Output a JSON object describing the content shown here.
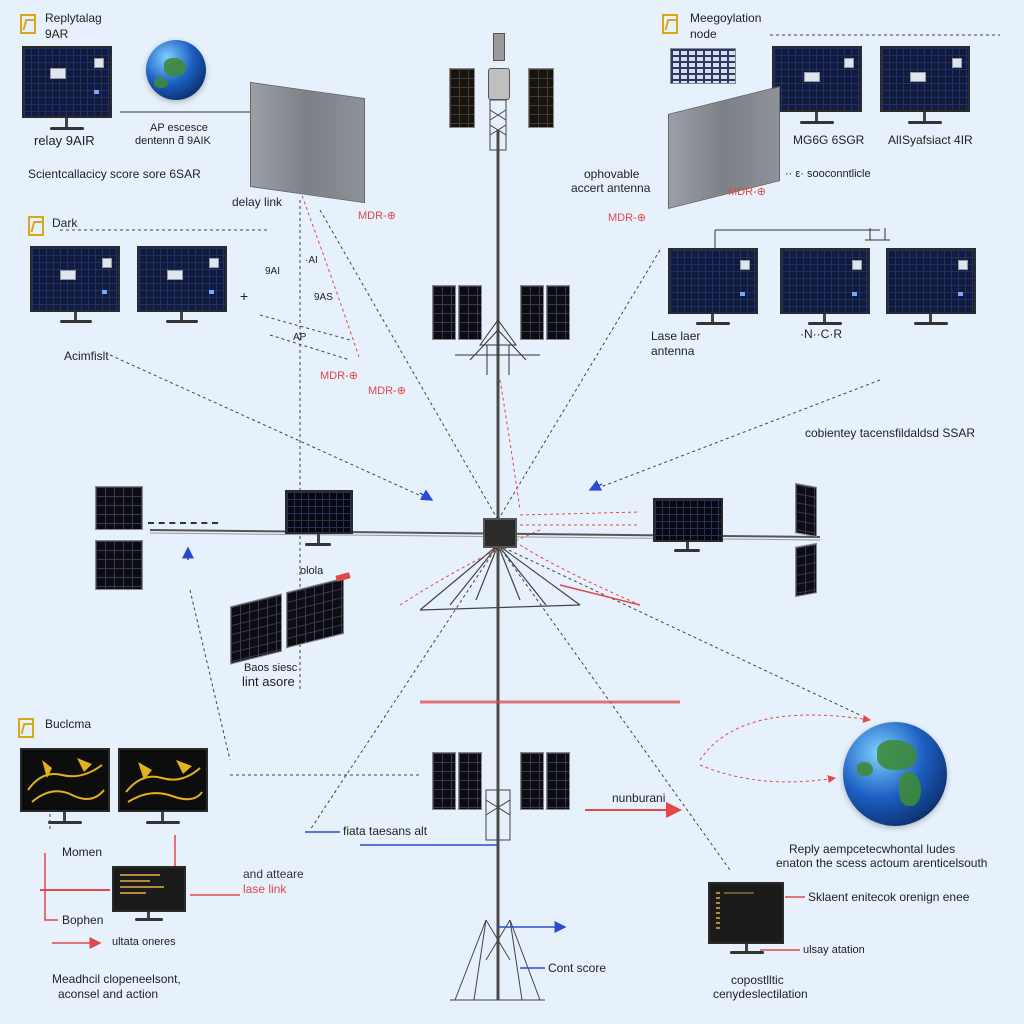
{
  "colors": {
    "background": "#e6f1fb",
    "red_link": "#e0484a",
    "blue_link": "#2a4bd0",
    "tower": "#4a4a4a",
    "warning": "#d7a61a"
  },
  "top_left": {
    "title_line1": "Replytalag",
    "title_line2": "9AR",
    "monitor_caption": "relay 9AIR",
    "globe_caption_line1": "AP escesce",
    "globe_caption_line2": "dentenn ƌ 9AIK",
    "subtitle": "Scientcallacicy score sore    6SAR",
    "delay_label": "delay link",
    "red_tag": "MDR-⊕"
  },
  "mid_left": {
    "title": "Dark",
    "caption": "Acimfislt",
    "plus": "+",
    "tick1": "9AI",
    "tick2": "·AI",
    "tick3": "9AS",
    "tick4": "AP",
    "red_tag1": "MDR-⊕",
    "red_tag2": "MDR-⊕"
  },
  "top_right": {
    "title_line1": "Meegoylation",
    "title_line2": "node",
    "caption1": "MG6G 6SGR",
    "caption2": "AlISyafsiact 4IR",
    "antenna_line1": "ophovable",
    "antenna_line2": "accert antenna",
    "note": "·· ε· sooconntlicle",
    "red_tag1": "MDR-⊕",
    "red_tag2": "MDR-⊕"
  },
  "mid_right": {
    "antenna_line1": "Lase laer",
    "antenna_line2": "antenna",
    "caption": "·N··C·R",
    "subtitle": "cobientey tacensfildaldsd SSAR"
  },
  "center": {
    "label": "olola",
    "tag_line1": "Baos siesc",
    "tag_line2": "lint asore"
  },
  "bottom_left": {
    "title": "Buclcma",
    "label1": "Momen",
    "label2": "Bophen",
    "label3": "ultata oneres",
    "red_label_line1": "and atteare",
    "red_label_line2": "lase link",
    "caption_line1": "Meadhcil clopeneelsont,",
    "caption_line2": "aconsel and action"
  },
  "bottom_center": {
    "label1": "nunburani",
    "label2": "fiata taesans alt",
    "label3": "Cont score"
  },
  "bottom_right": {
    "reply_line1": "Reply aempcetecwhontal ludes",
    "reply_line2": "enaton the scess actoum arenticelsouth",
    "monitor_label": "Sklaent enitecok orenign enee",
    "station_label": "ulsay atation",
    "caption_line1": "copostlltic",
    "caption_line2": "cenydeslectilation"
  }
}
